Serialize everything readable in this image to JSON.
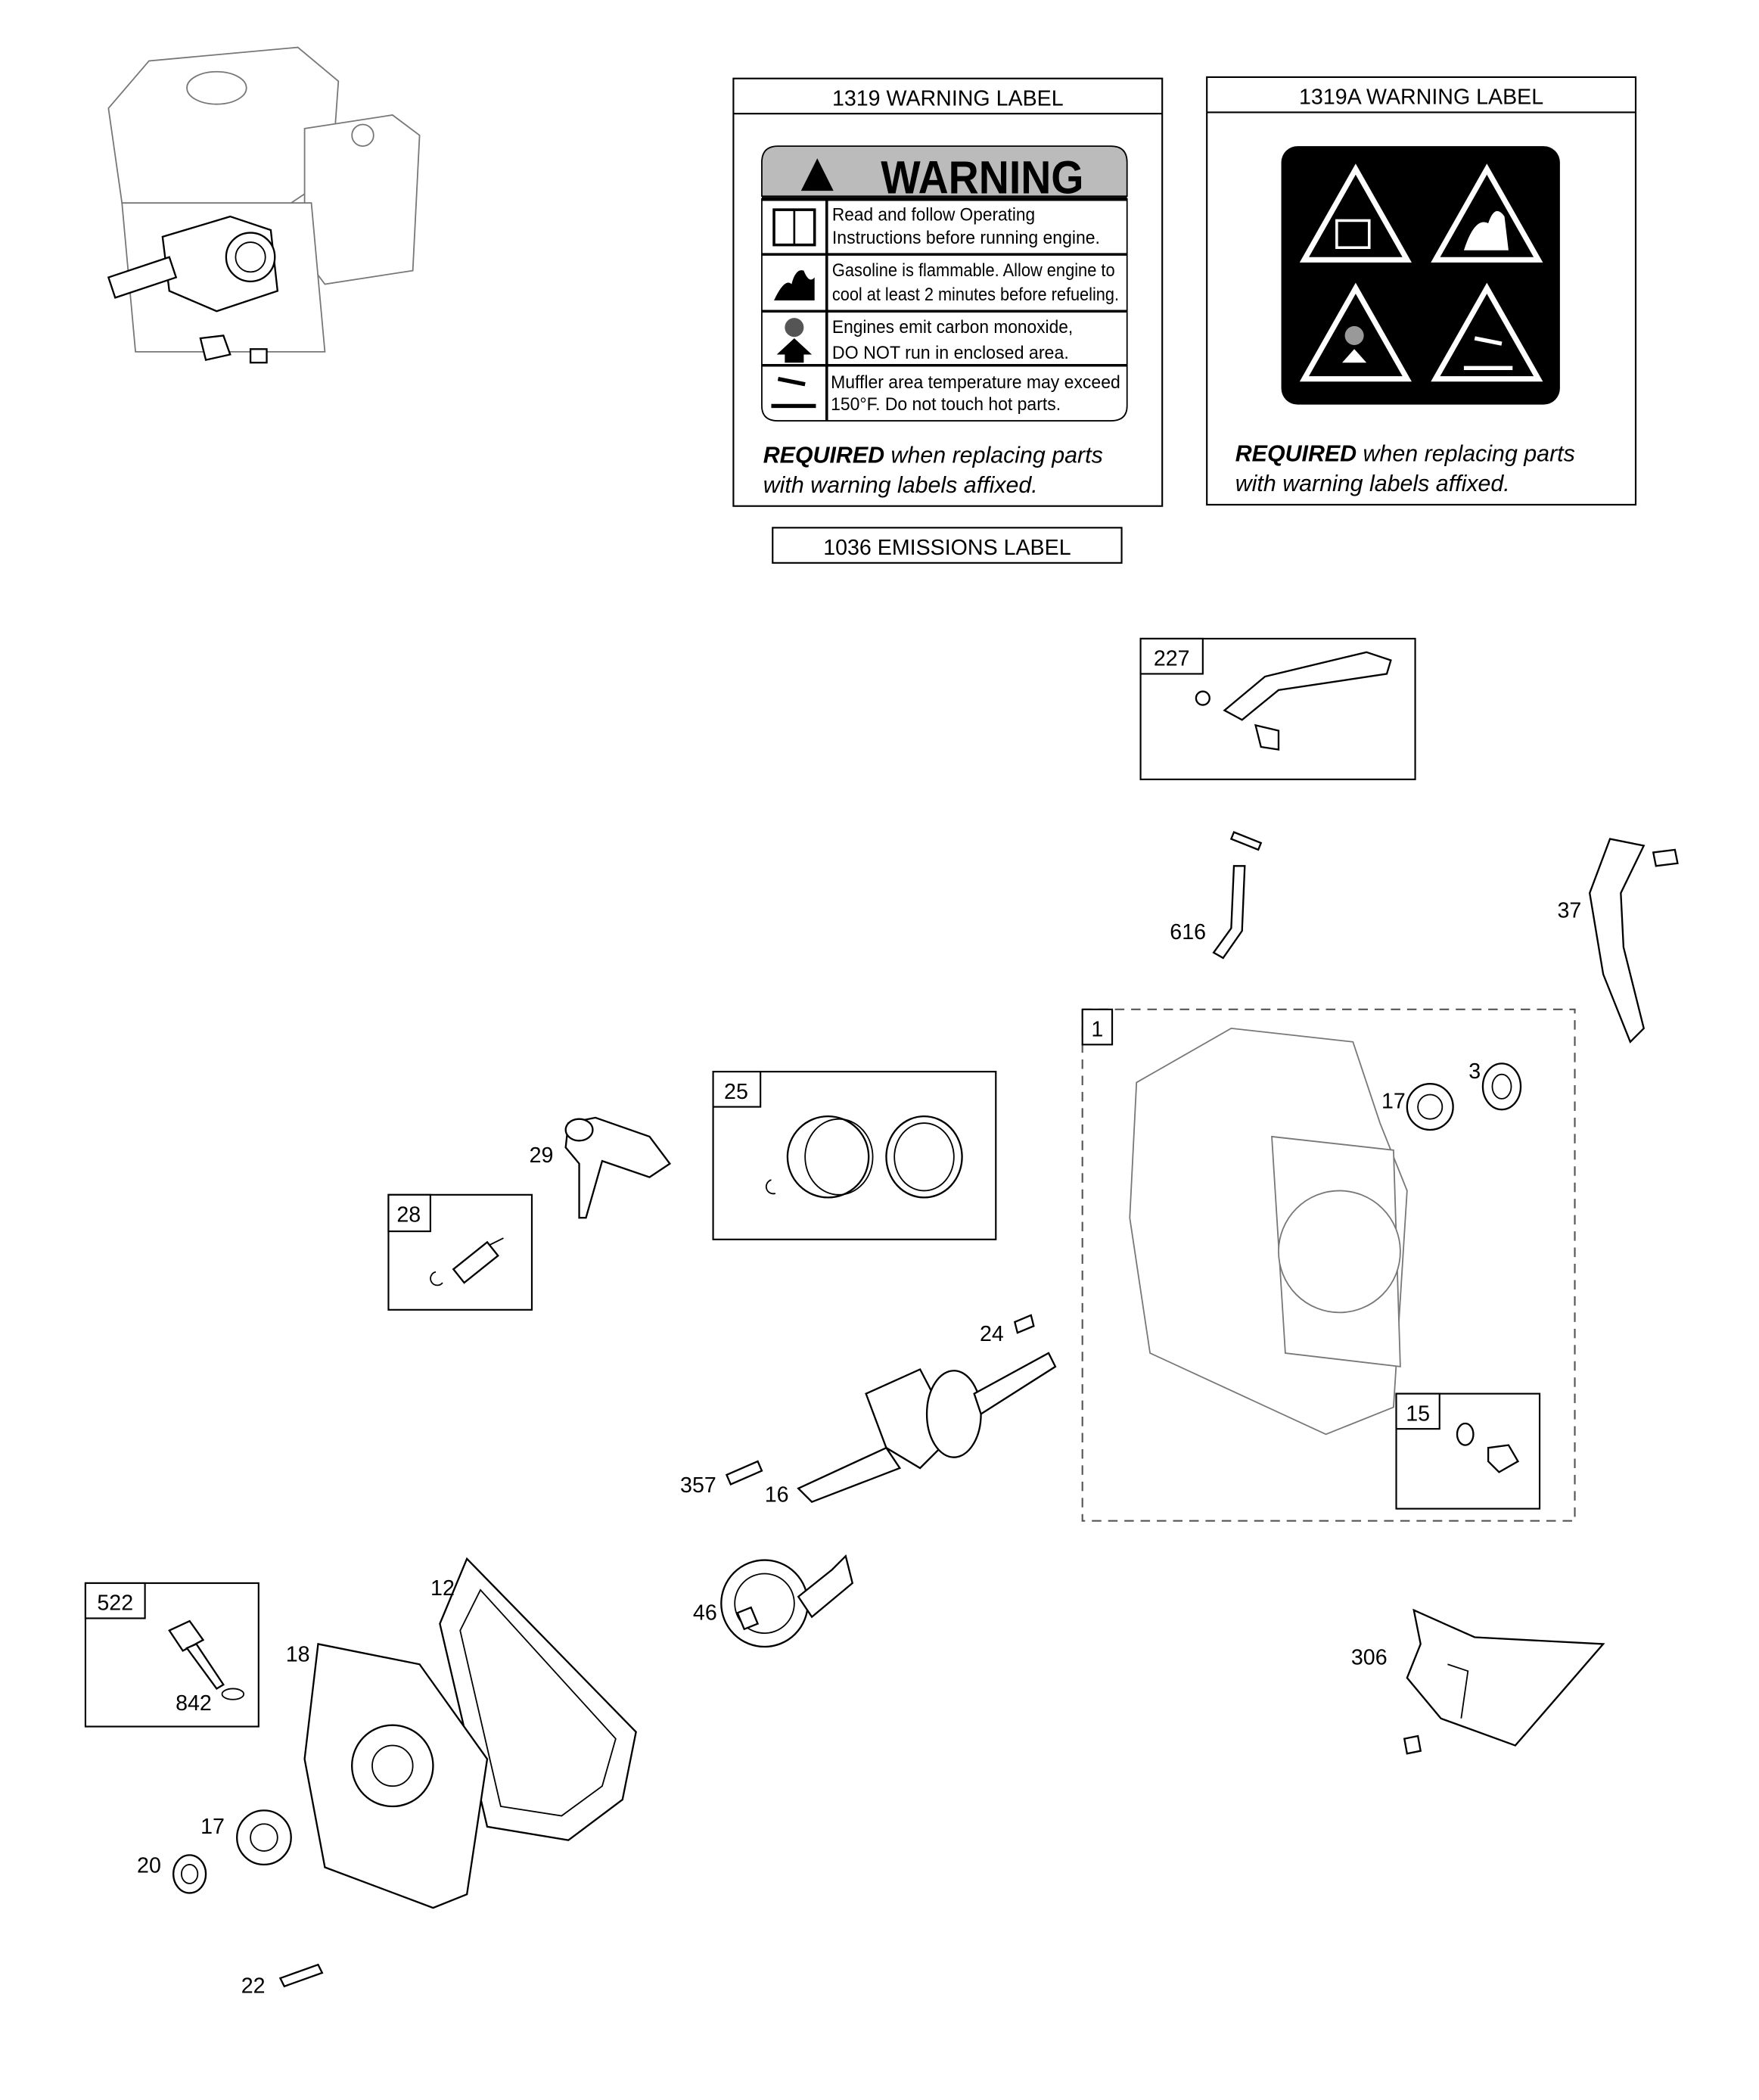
{
  "labels": {
    "warning_1319": {
      "title": "1319 WARNING LABEL",
      "banner": "WARNING",
      "rows": [
        {
          "icon": "book-icon",
          "line1": "Read and follow Operating",
          "line2": "Instructions before running engine."
        },
        {
          "icon": "fire-icon",
          "line1": "Gasoline is flammable. Allow engine to",
          "line2": "cool at least 2 minutes before refueling."
        },
        {
          "icon": "fumes-icon",
          "line1": "Engines emit carbon monoxide,",
          "line2": "DO NOT run in enclosed area."
        },
        {
          "icon": "hot-surface-icon",
          "line1": "Muffler area temperature may exceed",
          "line2": "150°F.  Do not touch hot parts."
        }
      ],
      "required_bold": "REQUIRED",
      "required_rest": " when replacing parts",
      "required_line2": "with warning labels affixed."
    },
    "warning_1319a": {
      "title": "1319A WARNING LABEL",
      "icons": [
        "book-icon",
        "fire-icon",
        "fumes-icon",
        "hot-surface-icon"
      ],
      "required_bold": "REQUIRED",
      "required_rest": " when replacing parts",
      "required_line2": "with warning labels affixed."
    },
    "emissions_1036": {
      "title": "1036 EMISSIONS LABEL"
    }
  },
  "callouts": {
    "c227": "227",
    "c616": "616",
    "c37": "37",
    "c1": "1",
    "c3": "3",
    "c17a": "17",
    "c25": "25",
    "c29": "29",
    "c28": "28",
    "c24": "24",
    "c15": "15",
    "c357": "357",
    "c16": "16",
    "c46": "46",
    "c12": "12",
    "c522": "522",
    "c18": "18",
    "c842": "842",
    "c306": "306",
    "c17b": "17",
    "c20": "20",
    "c22": "22"
  }
}
